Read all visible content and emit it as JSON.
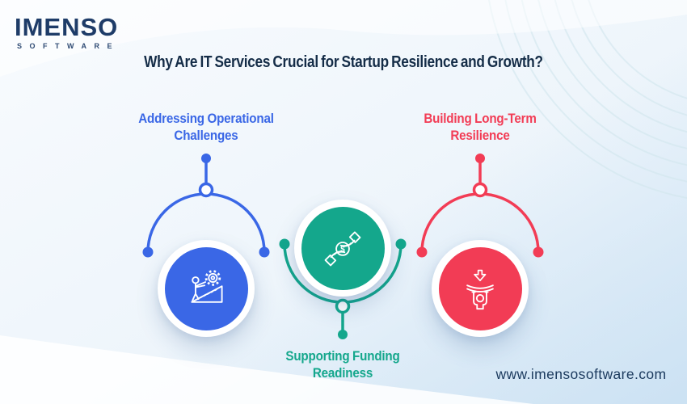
{
  "logo": {
    "name": "IMENSO",
    "subtitle": "SOFTWARE"
  },
  "title": "Why Are IT Services Crucial for Startup Resilience and Growth?",
  "footer": {
    "website": "www.imensosoftware.com"
  },
  "colors": {
    "heading_navy": "#142c47",
    "logo_navy": "#1e3c68",
    "website_navy": "#1b3a5e",
    "background_light": "#eef5fb",
    "node_blue": "#3a67e6",
    "node_teal": "#14a78c",
    "node_red": "#f23c55"
  },
  "nodes": [
    {
      "id": "addressing-operational-challenges",
      "label_line1": "Addressing Operational",
      "label_line2": "Challenges",
      "color": "#3a67e6",
      "icon": "person-pushing-gear-uphill-icon",
      "label_position": "top"
    },
    {
      "id": "supporting-funding-readiness",
      "label_line1": "Supporting Funding",
      "label_line2": "Readiness",
      "color": "#14a78c",
      "icon": "hands-exchanging-money-icon",
      "coin_symbol": "$",
      "label_position": "bottom"
    },
    {
      "id": "building-long-term-resilience",
      "label_line1": "Building Long-Term",
      "label_line2": "Resilience",
      "color": "#f23c55",
      "icon": "person-under-pressure-icon",
      "label_position": "top"
    }
  ]
}
